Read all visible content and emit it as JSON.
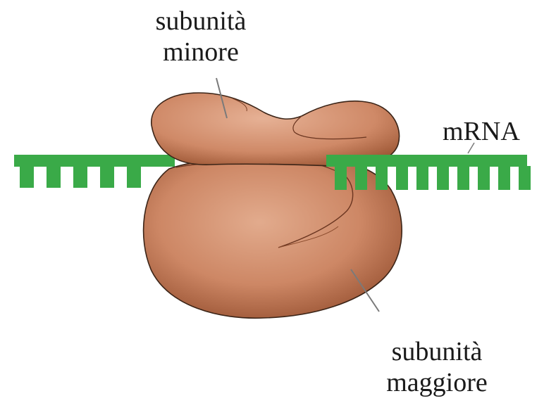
{
  "labels": {
    "small_subunit": [
      "subunità",
      "minore"
    ],
    "large_subunit": [
      "subunità",
      "maggiore"
    ],
    "mrna": "mRNA"
  },
  "colors": {
    "mrna_strand": "#3aaa48",
    "ribosome_light": "#dea383",
    "ribosome_mid": "#c98160",
    "ribosome_dark": "#9a5233",
    "outline": "#3b2417",
    "leader_line": "#7a7a7a",
    "text": "#1a1a1a"
  },
  "mrna_ticks": {
    "left_strand": 5,
    "right_strand": 10
  }
}
